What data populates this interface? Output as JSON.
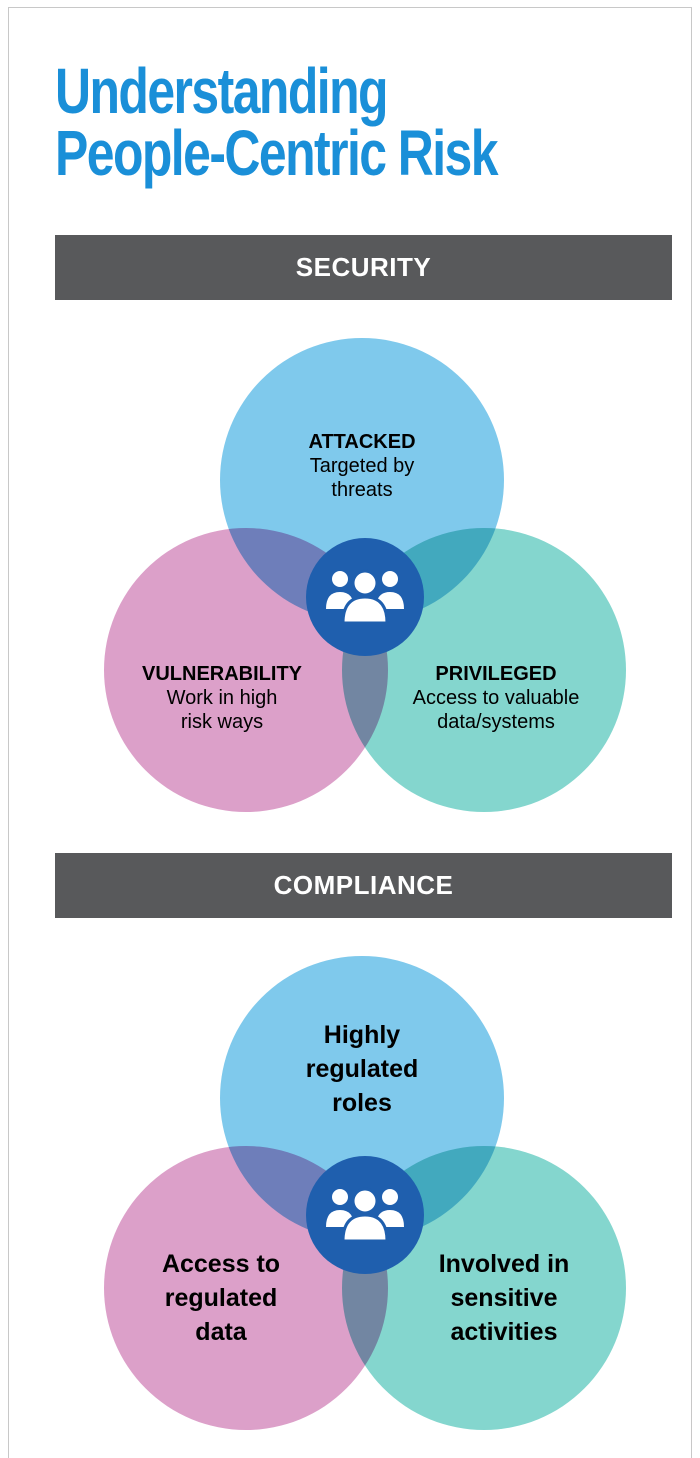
{
  "title": {
    "line1": "Understanding",
    "line2": "People-Centric Risk"
  },
  "colors": {
    "title": "#1a8fd8",
    "banner": "#58595b",
    "circle_top": "#7fc9ec",
    "circle_left": "#dca0c9",
    "circle_right": "#84d6ce",
    "center_badge": "#1f5fae"
  },
  "security": {
    "header": "SECURITY",
    "top": {
      "heading": "ATTACKED",
      "text": "Targeted by threats"
    },
    "left": {
      "heading": "VULNERABILITY",
      "text": "Work in high risk ways"
    },
    "right": {
      "heading": "PRIVILEGED",
      "text": "Access to valuable data/systems"
    },
    "center_icon": "people-group-icon"
  },
  "compliance": {
    "header": "COMPLIANCE",
    "top": {
      "text": "Highly regulated roles"
    },
    "left": {
      "text": "Access to regulated data"
    },
    "right": {
      "text": "Involved in sensitive activities"
    },
    "center_icon": "people-group-icon"
  }
}
